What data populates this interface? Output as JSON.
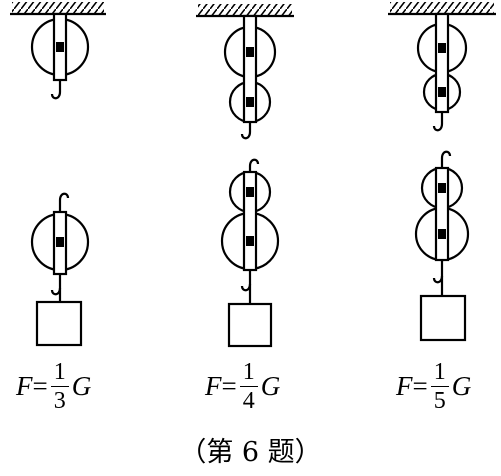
{
  "formulas": [
    {
      "lhs": "F",
      "eq": "=",
      "num": "1",
      "den": "3",
      "rhs": "G"
    },
    {
      "lhs": "F",
      "eq": "=",
      "num": "1",
      "den": "4",
      "rhs": "G"
    },
    {
      "lhs": "F",
      "eq": "=",
      "num": "1",
      "den": "5",
      "rhs": "G"
    }
  ],
  "caption": "（第 6 题）"
}
